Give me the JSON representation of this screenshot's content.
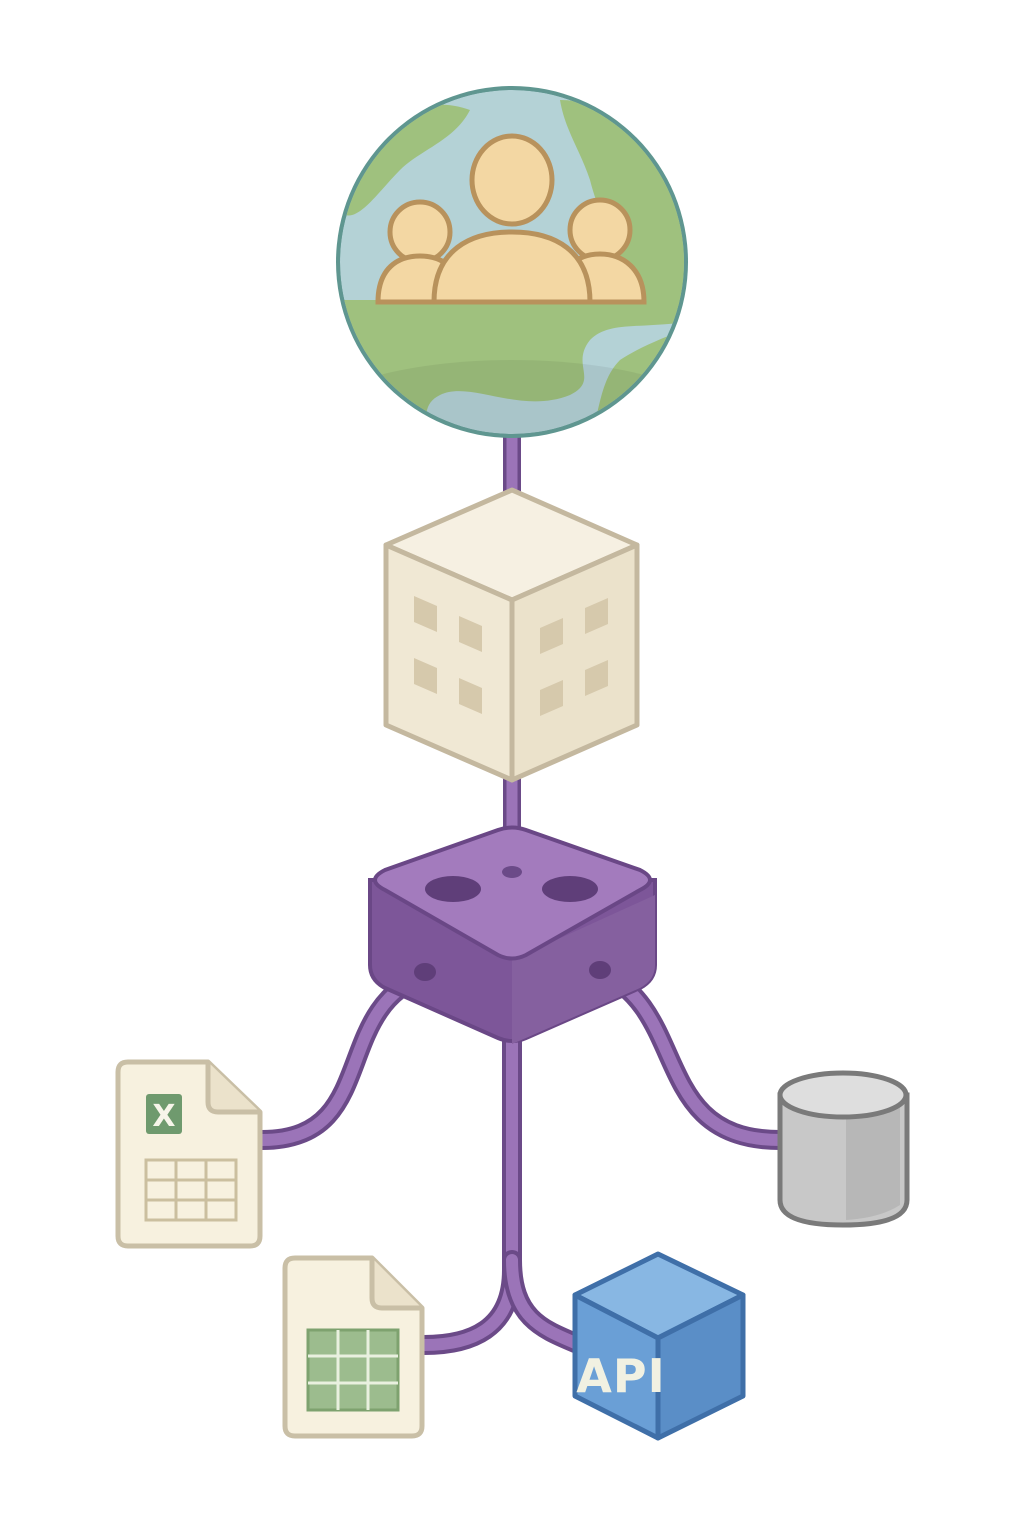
{
  "diagram": {
    "nodes": [
      {
        "id": "community-globe",
        "icon": "globe-people-icon"
      },
      {
        "id": "building",
        "icon": "building-cube-icon"
      },
      {
        "id": "integration-hub",
        "icon": "hub-block-icon"
      },
      {
        "id": "excel-file",
        "icon": "excel-file-icon",
        "label": "X"
      },
      {
        "id": "spreadsheet-file",
        "icon": "spreadsheet-file-icon"
      },
      {
        "id": "api-cube",
        "icon": "api-cube-icon",
        "label": "API"
      },
      {
        "id": "database",
        "icon": "database-cylinder-icon"
      }
    ],
    "connections": [
      {
        "from": "community-globe",
        "to": "building"
      },
      {
        "from": "building",
        "to": "integration-hub"
      },
      {
        "from": "integration-hub",
        "to": "excel-file"
      },
      {
        "from": "integration-hub",
        "to": "spreadsheet-file"
      },
      {
        "from": "integration-hub",
        "to": "api-cube"
      },
      {
        "from": "integration-hub",
        "to": "database"
      }
    ],
    "colors": {
      "cable": "#8a63a8",
      "hub": "#9168aa",
      "globe_ocean": "#b4d2d6",
      "globe_land": "#9fc17e",
      "globe_ring": "#5f9690",
      "people": "#f3d7a3",
      "building": "#f3ecdc",
      "excel_green": "#6f9a6e",
      "api_blue": "#6a9fd6",
      "database_gray": "#c8c8c8"
    }
  }
}
